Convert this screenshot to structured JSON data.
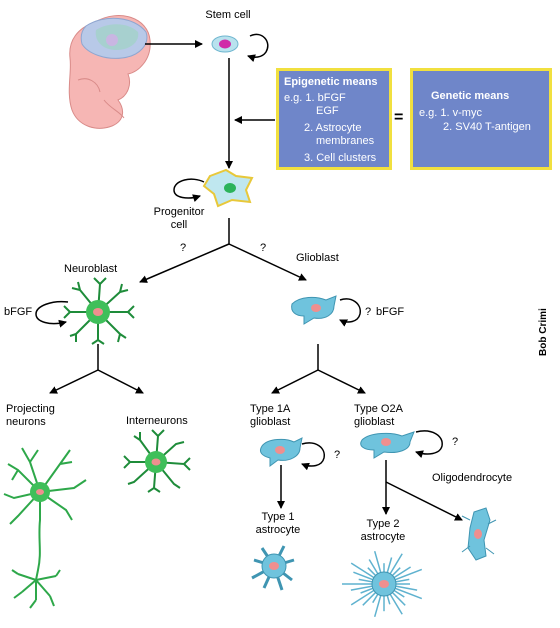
{
  "labels": {
    "stem_cell": "Stem cell",
    "progenitor_line1": "Progenitor",
    "progenitor_line2": "cell",
    "q_left": "?",
    "q_right": "?",
    "neuroblast": "Neuroblast",
    "glioblast": "Glioblast",
    "bfgf_left": "bFGF",
    "bfgf_right": "bFGF",
    "q_bfgf_right": "?",
    "projecting_line1": "Projecting",
    "projecting_line2": "neurons",
    "interneurons": "Interneurons",
    "type1a_line1": "Type 1A",
    "type1a_line2": "glioblast",
    "typeo2a_line1": "Type O2A",
    "typeo2a_line2": "glioblast",
    "q_type1a": "?",
    "q_typeo2a": "?",
    "oligodendrocyte": "Oligodendrocyte",
    "type1_line1": "Type 1",
    "type1_line2": "astrocyte",
    "type2_line1": "Type 2",
    "type2_line2": "astrocyte",
    "equals": "=",
    "credit": "Bob Crimi"
  },
  "epigenetic": {
    "title": "Epigenetic means",
    "items": [
      "e.g. 1. bFGF",
      "EGF",
      "2. Astrocyte",
      "membranes",
      "3. Cell clusters"
    ]
  },
  "genetic": {
    "title": "Genetic means",
    "items": [
      "e.g. 1. v-myc",
      "2. SV40 T-antigen"
    ]
  },
  "colors": {
    "box_fill": "#6f86c9",
    "box_border": "#f1e03f",
    "neuron_green": "#2ea84a",
    "glia_blue": "#6fc3dd",
    "embryo_pink": "#f6b6b4",
    "nucleus_pink": "#ef8f8f"
  }
}
